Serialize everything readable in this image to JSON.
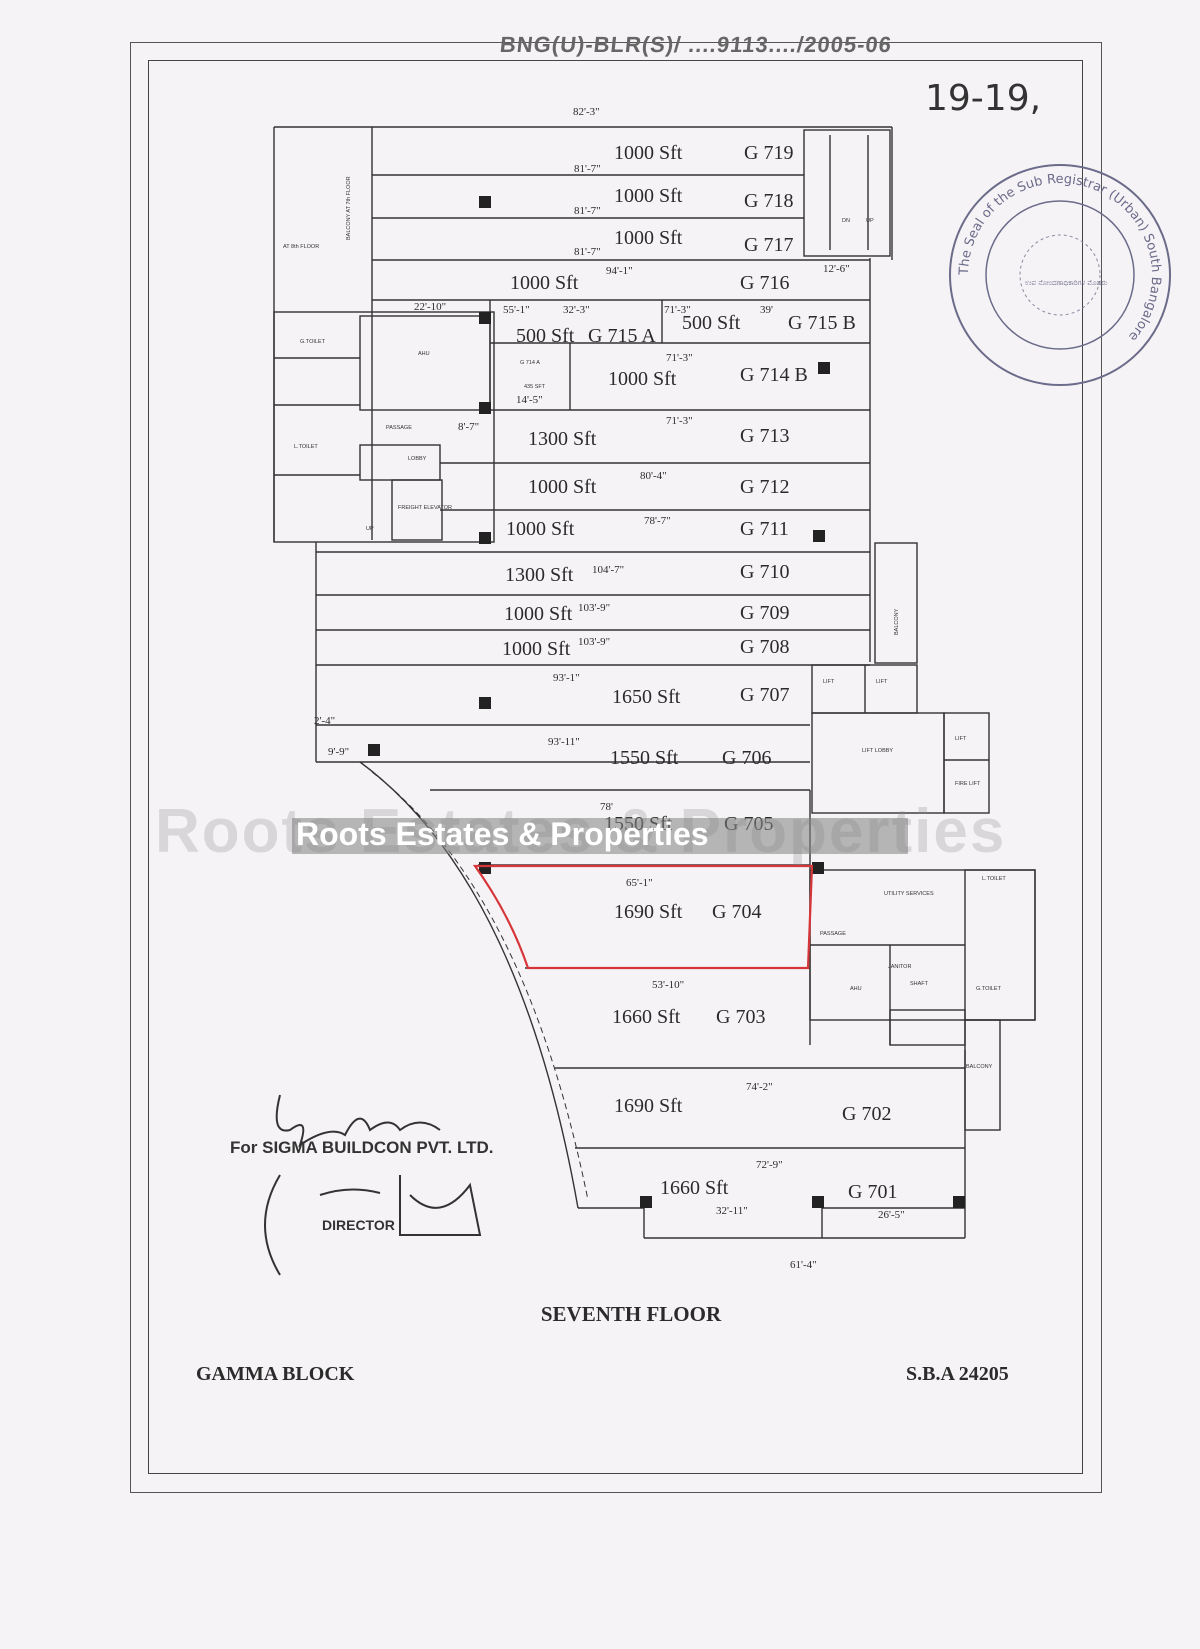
{
  "header": {
    "registration_no": "BNG(U)-BLR(S)/ ....9113..../2005-06",
    "handwritten_page": "19-19,"
  },
  "stamp": {
    "ring_text": "The Seal of the Sub Registrar (Urban) South Bangalore",
    "kannada_text": "ಉಪ ನೋಂದಣಾಧಿಕಾರಿಗಳ ಮೊಹರು"
  },
  "overall_dims": {
    "top_width": "82'-3\"",
    "bottom_width": "61'-4\""
  },
  "units": [
    {
      "id": "G 719",
      "area": "1000 Sft",
      "dim": "81'-7\""
    },
    {
      "id": "G 718",
      "area": "1000 Sft",
      "dim": "81'-7\""
    },
    {
      "id": "G 717",
      "area": "1000 Sft",
      "dim": "81'-7\""
    },
    {
      "id": "G 716",
      "area": "1000 Sft",
      "dim": "94'-1\""
    },
    {
      "id": "G 715 A",
      "area": "500 Sft",
      "dim": "55'-1\"",
      "dim2": "32'-3\""
    },
    {
      "id": "G 715 B",
      "area": "500 Sft",
      "dim": "71'-3\"",
      "dim2": "39'"
    },
    {
      "id": "G 714 B",
      "area": "1000 Sft",
      "dim": "71'-3\""
    },
    {
      "id": "G 713",
      "area": "1300 Sft",
      "dim": "71'-3\""
    },
    {
      "id": "G 712",
      "area": "1000 Sft",
      "dim": "80'-4\""
    },
    {
      "id": "G 711",
      "area": "1000 Sft",
      "dim": "78'-7\""
    },
    {
      "id": "G 710",
      "area": "1300 Sft",
      "dim": "104'-7\""
    },
    {
      "id": "G 709",
      "area": "1000 Sft",
      "dim": "103'-9\""
    },
    {
      "id": "G 708",
      "area": "1000 Sft",
      "dim": "103'-9\""
    },
    {
      "id": "G 707",
      "area": "1650 Sft",
      "dim": "93'-1\""
    },
    {
      "id": "G 706",
      "area": "1550 Sft",
      "dim": "93'-11\""
    },
    {
      "id": "G 705",
      "area": "1550 Sft",
      "dim": "78'"
    },
    {
      "id": "G 704",
      "area": "1690 Sft",
      "dim": "65'-1\""
    },
    {
      "id": "G 703",
      "area": "1660 Sft",
      "dim": "53'-10\""
    },
    {
      "id": "G 702",
      "area": "1690 Sft",
      "dim": "74'-2\""
    },
    {
      "id": "G 701",
      "area": "1660 Sft",
      "dim": "72'-9\"",
      "dim2": "32'-11\"",
      "dim3": "26'-5\""
    }
  ],
  "small_labels": {
    "dim_22_10": "22'-10\"",
    "dim_12_6": "12'-6\"",
    "dim_8_7": "8'-7\"",
    "dim_14_5": "14'-5\"",
    "dim_2_4": "2'-4\"",
    "dim_9_9": "9'-9\"",
    "g714a": "G 714 A",
    "g714a_area": "435 SFT",
    "balcony_7th": "BALCONY AT 7th FLOOR",
    "at_8th": "AT 8th FLOOR",
    "ahu": "AHU",
    "g_toilet": "G.TOILET",
    "l_toilet": "L.TOILET",
    "passage": "PASSAGE",
    "lobby": "LOBBY",
    "freight": "FREIGHT ELEVATOR",
    "lift": "LIFT",
    "lift_lobby": "LIFT LOBBY",
    "fire_lift": "FIRE LIFT",
    "utility": "UTILITY SERVICES",
    "janitor": "JANITOR",
    "shaft": "SHAFT",
    "balcony": "BALCONY",
    "up": "UP",
    "dn": "DN"
  },
  "signature": {
    "company": "For SIGMA BUILDCON PVT. LTD.",
    "title": "DIRECTOR"
  },
  "watermark": "Roots Estates & Properties",
  "footer": {
    "floor": "SEVENTH FLOOR",
    "block": "GAMMA BLOCK",
    "sba": "S.B.A 24205"
  },
  "colors": {
    "highlight": "#d6363a",
    "ink": "#2b2b2b",
    "stamp": "#6b6b8a"
  }
}
